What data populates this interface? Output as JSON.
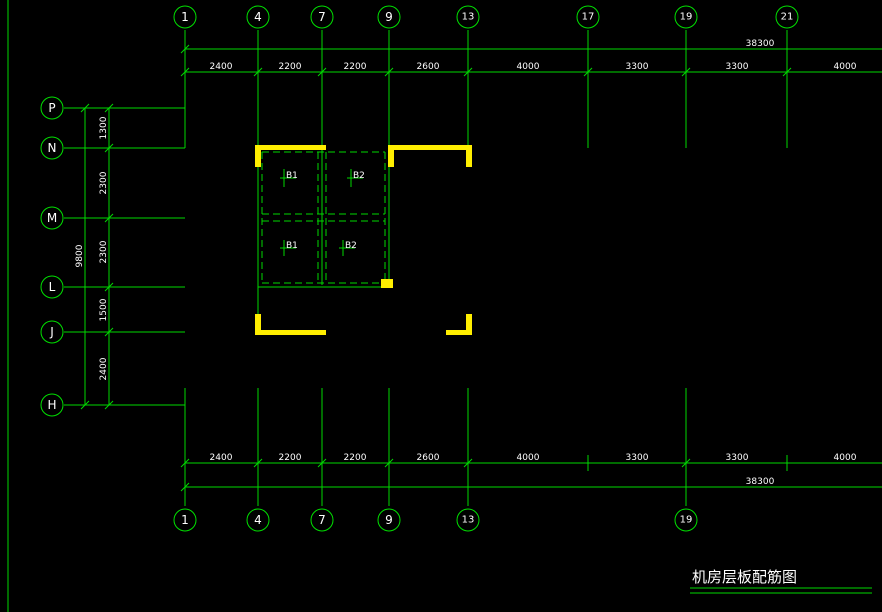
{
  "title": "机房层板配筋图",
  "top_axes": [
    "1",
    "4",
    "7",
    "9",
    "13",
    "17",
    "19",
    "21"
  ],
  "bottom_axes": [
    "1",
    "4",
    "7",
    "9",
    "13",
    "19"
  ],
  "row_axes": [
    "P",
    "N",
    "M",
    "L",
    "J",
    "H"
  ],
  "top_total": "38300",
  "bottom_total": "38300",
  "top_dims": [
    "2400",
    "2200",
    "2200",
    "2600",
    "4000",
    "3300",
    "3300",
    "4000"
  ],
  "bottom_dims": [
    "2400",
    "2200",
    "2200",
    "2600",
    "4000",
    "3300",
    "3300",
    "4000"
  ],
  "left_total": "9800",
  "left_dims": [
    "1300",
    "2300",
    "2300",
    "1500",
    "2400"
  ],
  "slab_labels": [
    "B1",
    "B2",
    "B1",
    "B2"
  ],
  "colors": {
    "grid": "#00d800",
    "wall": "#ffee00",
    "text": "#ffffff",
    "background": "#000000"
  }
}
